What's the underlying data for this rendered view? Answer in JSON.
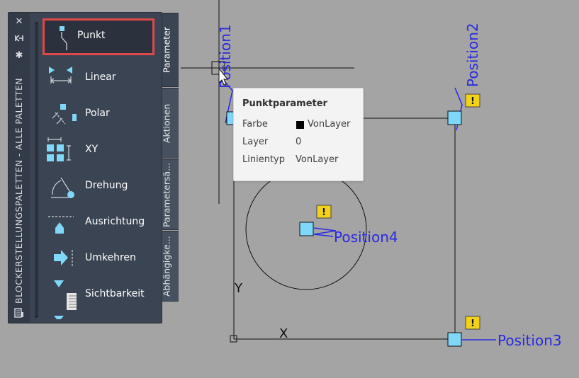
{
  "palette": {
    "title": "BLOCKERSTELLUNGSPALETTEN - ALLE PALETTEN",
    "icons": {
      "close": "close-icon",
      "auto_hide": "auto-hide-icon",
      "properties": "gear-icon",
      "palette_list": "palette-list-icon"
    },
    "tools": [
      {
        "label": "Punkt",
        "icon": "point-parameter-icon",
        "selected": true
      },
      {
        "label": "Linear",
        "icon": "linear-parameter-icon"
      },
      {
        "label": "Polar",
        "icon": "polar-parameter-icon"
      },
      {
        "label": "XY",
        "icon": "xy-parameter-icon"
      },
      {
        "label": "Drehung",
        "icon": "rotation-parameter-icon"
      },
      {
        "label": "Ausrichtung",
        "icon": "alignment-parameter-icon"
      },
      {
        "label": "Umkehren",
        "icon": "flip-parameter-icon"
      },
      {
        "label": "Sichtbarkeit",
        "icon": "visibility-parameter-icon"
      }
    ],
    "tabs": [
      {
        "label": "Parameter",
        "active": true
      },
      {
        "label": "Aktionen"
      },
      {
        "label": "Parametersä..."
      },
      {
        "label": "Abhängigke..."
      }
    ],
    "colors": {
      "panel": "#3b4453",
      "selection_border": "#e04848"
    }
  },
  "tooltip": {
    "title": "Punktparameter",
    "rows": [
      {
        "key": "Farbe",
        "value": "VonLayer",
        "swatch": "#000000"
      },
      {
        "key": "Layer",
        "value": "0"
      },
      {
        "key": "Linientyp",
        "value": "VonLayer"
      }
    ]
  },
  "drawing": {
    "labels": {
      "position1": "Position1",
      "position2": "Position2",
      "position3": "Position3",
      "position4": "Position4",
      "axis_y": "Y",
      "axis_x": "X"
    },
    "colors": {
      "background": "#a4a4a4",
      "parameter_text": "#2a2ae0",
      "grip": "#7fd8f8",
      "warning": "#f3d21a"
    }
  }
}
